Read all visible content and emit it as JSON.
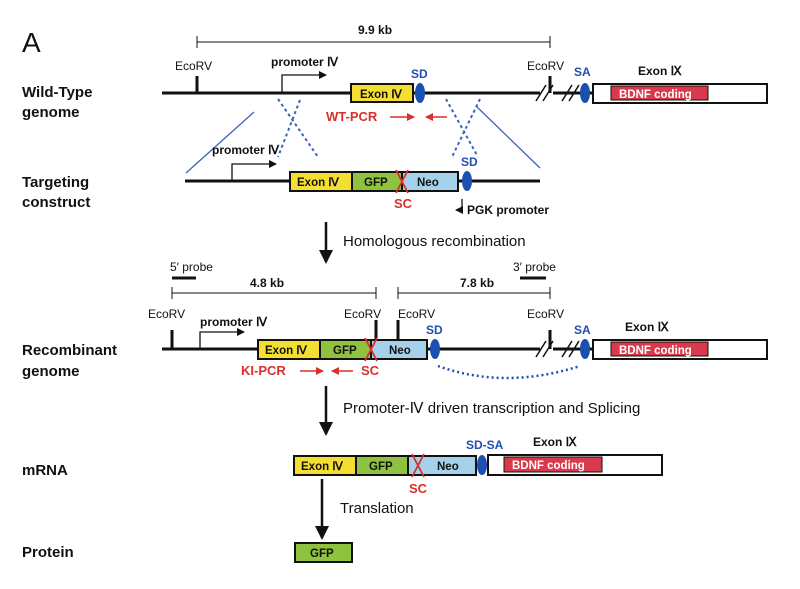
{
  "panel": {
    "letter": "A"
  },
  "colors": {
    "exon_iv": "#f4de32",
    "gfp": "#8fc23f",
    "neo": "#a5d2ea",
    "bdnf": "#d83a4c",
    "sd_oval": "#1d4fb0",
    "pcr": "#d9302c"
  },
  "rows": {
    "wt": "Wild-Type genome",
    "wt_line1": "Wild-Type",
    "wt_line2": "genome",
    "tc_line1": "Targeting",
    "tc_line2": "construct",
    "rc_line1": "Recombinant",
    "rc_line2": "genome",
    "mrna": "mRNA",
    "protein": "Protein"
  },
  "labels": {
    "dist_wt": "9.9 kb",
    "dist_left": "4.8 kb",
    "dist_right": "7.8 kb",
    "ecorv": "EcoRV",
    "promoter_iv": "promoter Ⅳ",
    "promoter_iv_big": "promoter Ⅳ",
    "exon_iv": "Exon Ⅳ",
    "exon_ix": "Exon Ⅸ",
    "gfp": "GFP",
    "neo": "Neo",
    "bdnf_coding": "BDNF coding",
    "sd": "SD",
    "sa": "SA",
    "sd_sa": "SD-SA",
    "sc": "SC",
    "wt_pcr": "WT-PCR",
    "ki_pcr": "KI-PCR",
    "pgk_promoter": "PGK promoter",
    "probe5": "5′ probe",
    "probe3": "3′ probe"
  },
  "steps": {
    "homologous": "Homologous recombination",
    "transcription": "Promoter-Ⅳ driven transcription and Splicing",
    "translation": "Translation"
  }
}
